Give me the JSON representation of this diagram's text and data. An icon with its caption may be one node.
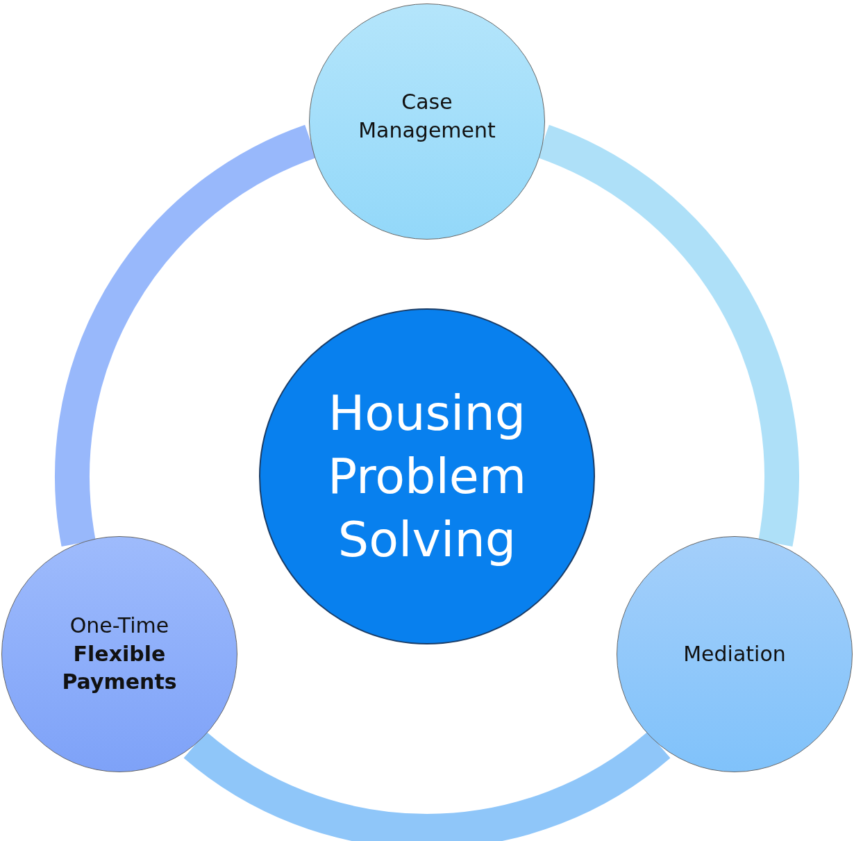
{
  "diagram": {
    "nodes": [
      {
        "text": [
          "Housing Problem Solving"
        ]
      },
      {
        "text": [
          "Case Management"
        ]
      },
      {
        "text": [
          "Mediation"
        ]
      },
      {
        "text": [
          "One-Time **Flexible Payments**"
        ]
      }
    ],
    "edges": [
      {
        "from": 1,
        "to": 2,
        "arrow": "none"
      },
      {
        "from": 2,
        "to": 3,
        "arrow": "none"
      },
      {
        "from": 3,
        "to": 1,
        "arrow": "none"
      }
    ]
  }
}
